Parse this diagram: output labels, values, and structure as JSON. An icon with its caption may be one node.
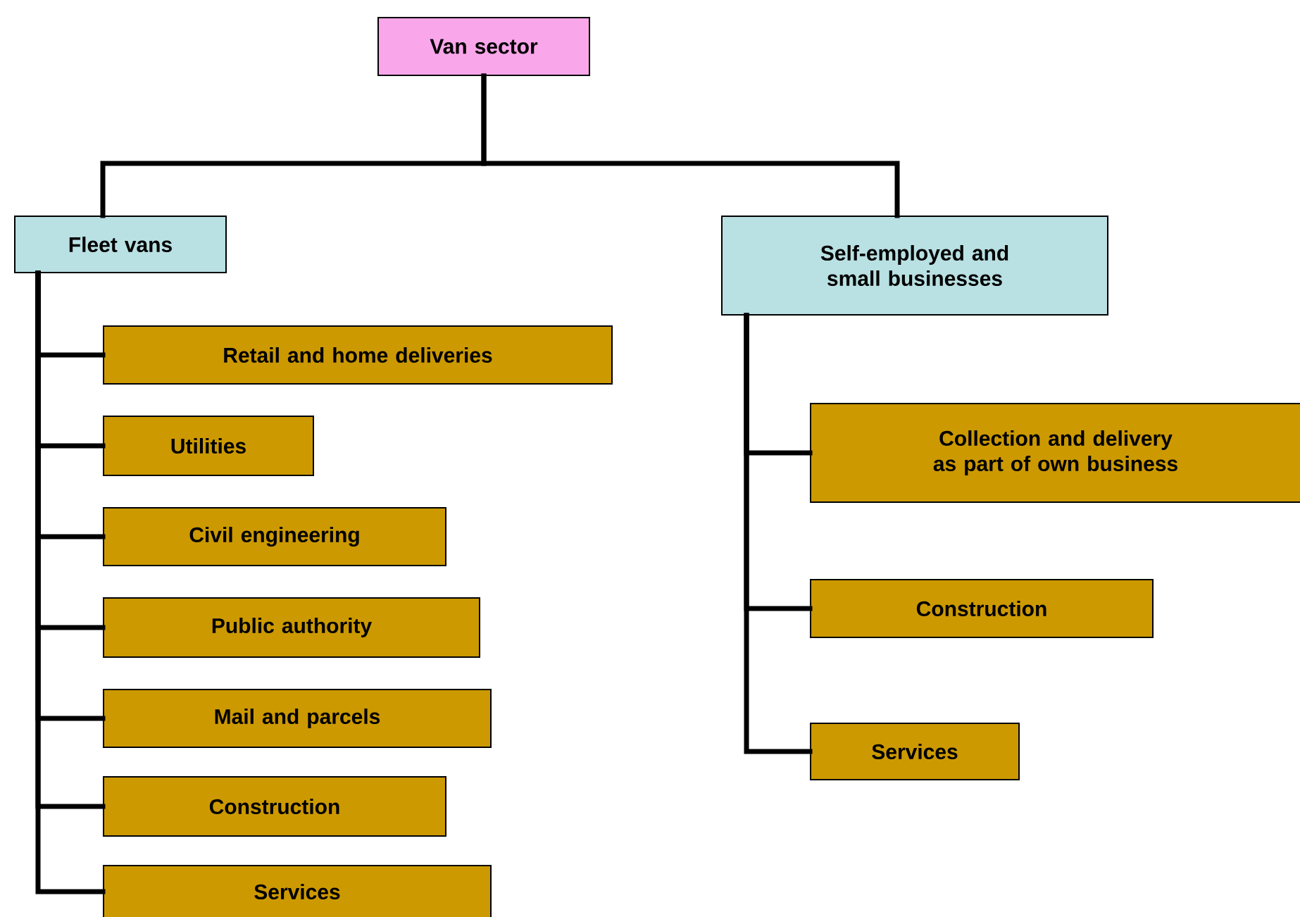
{
  "diagram": {
    "nodes": [
      {
        "text": [
          "Van sector"
        ]
      },
      {
        "text": [
          "Fleet vans"
        ]
      },
      {
        "text": [
          "Self-employed and small businesses"
        ]
      },
      {
        "text": [
          "Retail and home deliveries"
        ]
      },
      {
        "text": [
          "Utilities"
        ]
      },
      {
        "text": [
          "Civil engineering"
        ]
      },
      {
        "text": [
          "Public authority"
        ]
      },
      {
        "text": [
          "Mail and parcels"
        ]
      },
      {
        "text": [
          "Construction"
        ]
      },
      {
        "text": [
          "Services"
        ]
      },
      {
        "text": [
          "Collection and delivery as part of own business"
        ]
      },
      {
        "text": [
          "Construction"
        ]
      },
      {
        "text": [
          "Services"
        ]
      }
    ],
    "edges": [
      {
        "from": 0,
        "to": 1,
        "arrow": "none"
      },
      {
        "from": 0,
        "to": 2,
        "arrow": "none"
      },
      {
        "from": 1,
        "to": 3,
        "arrow": "none"
      },
      {
        "from": 1,
        "to": 4,
        "arrow": "none"
      },
      {
        "from": 1,
        "to": 5,
        "arrow": "none"
      },
      {
        "from": 1,
        "to": 6,
        "arrow": "none"
      },
      {
        "from": 1,
        "to": 7,
        "arrow": "none"
      },
      {
        "from": 1,
        "to": 8,
        "arrow": "none"
      },
      {
        "from": 1,
        "to": 9,
        "arrow": "none"
      },
      {
        "from": 2,
        "to": 10,
        "arrow": "none"
      },
      {
        "from": 2,
        "to": 11,
        "arrow": "none"
      },
      {
        "from": 2,
        "to": 12,
        "arrow": "none"
      }
    ]
  }
}
